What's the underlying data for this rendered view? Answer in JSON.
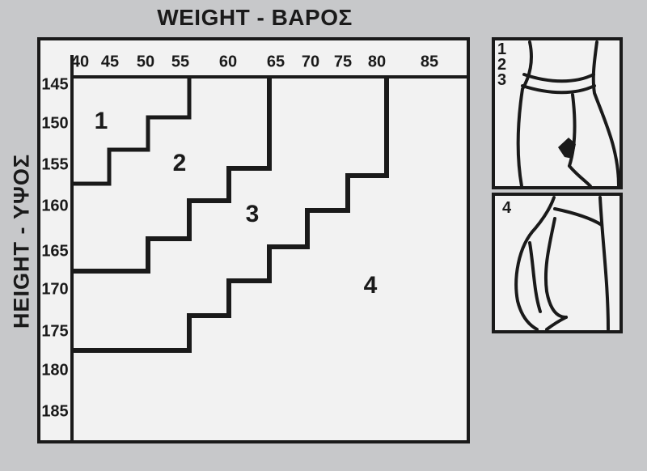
{
  "title": "WEIGHT - ΒΑΡΟΣ",
  "ylabel": "HEIGHT - ΥΨΟΣ",
  "weights": [
    "40",
    "45",
    "50",
    "55",
    "60",
    "65",
    "70",
    "75",
    "80",
    "85"
  ],
  "heights": [
    "145",
    "150",
    "155",
    "160",
    "165",
    "170",
    "175",
    "180",
    "185"
  ],
  "zones": [
    "1",
    "2",
    "3",
    "4"
  ],
  "figures": {
    "top_labels": [
      "1",
      "2",
      "3"
    ],
    "bottom_label": "4"
  },
  "colors": {
    "background": "#c7c8ca",
    "panel": "#f2f2f2",
    "ink": "#1a1a1a"
  }
}
